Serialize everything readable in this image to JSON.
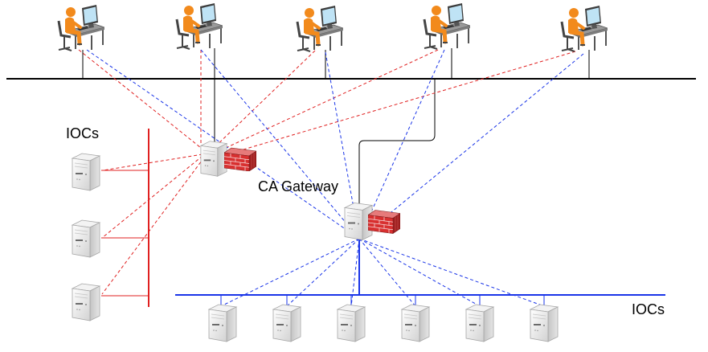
{
  "diagram": {
    "left_iocs_label": "IOCs",
    "gateway_label": "CA Gateway",
    "bottom_iocs_label": "IOCs",
    "icons": {
      "workstation": "user-workstation-icon",
      "server": "ioc-server-icon",
      "gateway_server": "gateway-server-icon",
      "firewall": "firewall-icon"
    },
    "colors": {
      "workstation_network": "#000000",
      "left_ioc_network": "#e02020",
      "bottom_ioc_network": "#1a35e8",
      "red_links": "#e02020",
      "blue_links": "#1a35e8",
      "person": "#f28a1c",
      "firewall": "#d83030"
    }
  }
}
